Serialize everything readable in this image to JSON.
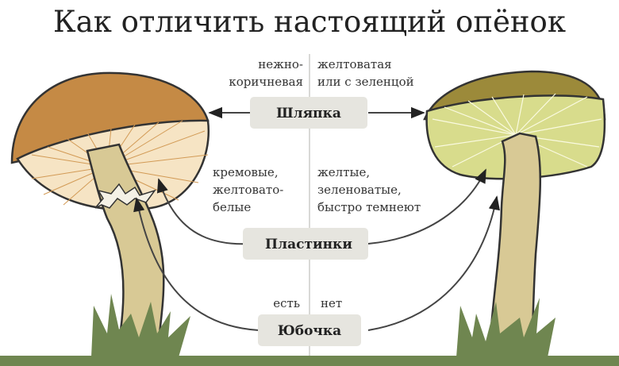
{
  "title": "Как отличить настоящий опёнок",
  "features": [
    {
      "label": "Шляпка",
      "real": [
        "нежно-",
        "коричневая"
      ],
      "fake": [
        "желтоватая",
        "или с зеленцой"
      ]
    },
    {
      "label": "Пластинки",
      "real": [
        "кремовые,",
        "желтовато-",
        "белые"
      ],
      "fake": [
        "желтые,",
        "зеленоватые,",
        "быстро темнеют"
      ]
    },
    {
      "label": "Юбочка",
      "real": [
        "есть"
      ],
      "fake": [
        "нет"
      ]
    }
  ],
  "colors": {
    "real_cap": "#c58a45",
    "real_gills": "#f6e4c4",
    "fake_cap": "#9c8a3a",
    "fake_gills": "#d8dc8c",
    "stem": "#d8c995",
    "grass": "#6f8650",
    "label_box": "#e6e5df"
  }
}
